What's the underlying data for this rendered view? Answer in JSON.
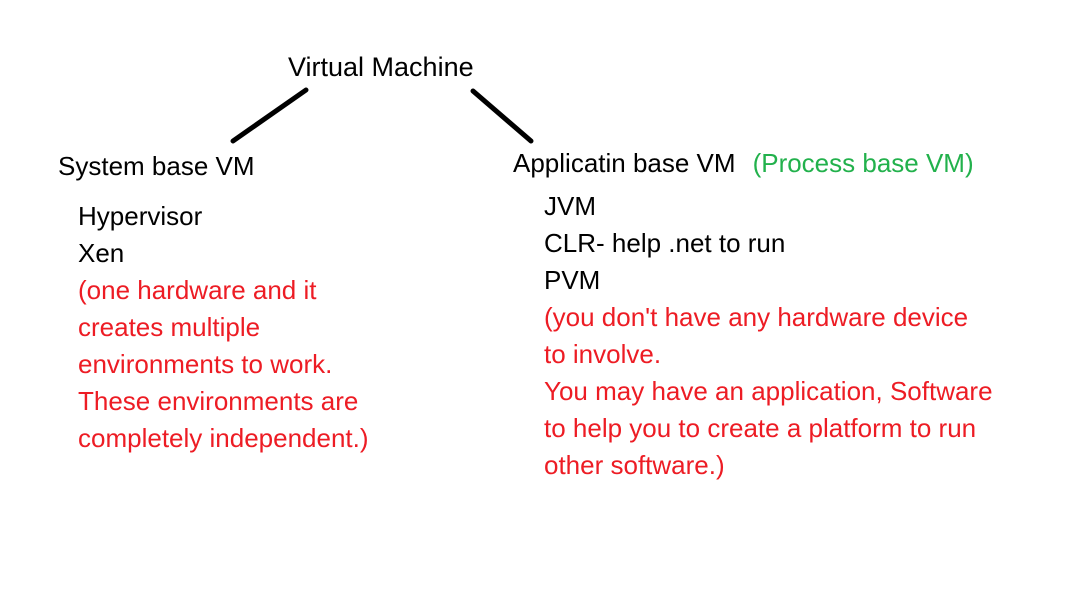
{
  "diagram": {
    "title": "Virtual Machine",
    "colors": {
      "text": "#000000",
      "note_red": "#ED1C24",
      "alt_green": "#22B14C",
      "background": "#FFFFFF"
    },
    "left": {
      "heading": "System base VM",
      "items": {
        "0": "Hypervisor",
        "1": "Xen"
      },
      "note_lines": {
        "0": "(one hardware and it",
        "1": "creates multiple",
        "2": "environments to work.",
        "3": "These environments are",
        "4": "completely independent.)"
      }
    },
    "right": {
      "heading": "Applicatin base VM",
      "heading_alt": "(Process base VM)",
      "items": {
        "0": "JVM",
        "1": "CLR- help .net to run",
        "2": "PVM"
      },
      "note_lines": {
        "0": "(you don't have any hardware device",
        "1": "to involve.",
        "2": "You may have an application, Software",
        "3": "to help you to create a platform to run",
        "4": "other software.)"
      }
    }
  }
}
